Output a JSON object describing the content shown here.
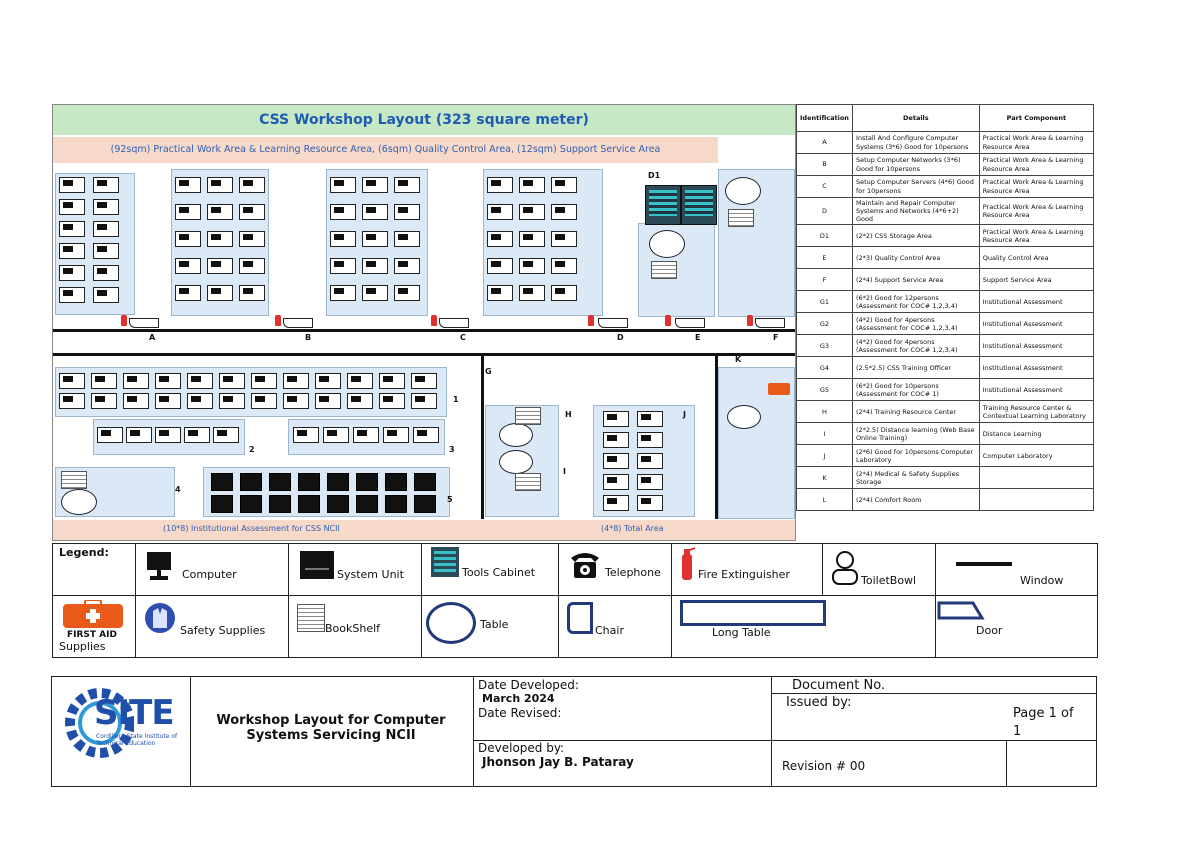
{
  "plan": {
    "title": "CSS Workshop Layout (323 square meter)",
    "subtitle": "(92sqm) Practical Work Area & Learning Resource Area, (6sqm) Quality Control Area, (12sqm) Support Service Area",
    "zone_labels": [
      "A",
      "B",
      "C",
      "D",
      "E",
      "F",
      "K",
      "D1",
      "G",
      "H",
      "I",
      "J",
      "1",
      "2",
      "3",
      "4",
      "5"
    ],
    "footer_left": "(10*8) Institutional Assessment for CSS NCII",
    "footer_right": "(4*8) Total Area"
  },
  "id_table": {
    "headers": [
      "Identification",
      "Details",
      "Part Component"
    ],
    "rows": [
      [
        "A",
        "Install And Configure Computer Systems (3*6) Good for 10persons",
        "Practical Work Area & Learning Resource Area"
      ],
      [
        "B",
        "Setup Computer Networks (3*6) Good for 10persons",
        "Practical Work Area & Learning Resource Area"
      ],
      [
        "C",
        "Setup Computer Servers (4*6) Good for 10persons",
        "Practical Work Area & Learning Resource Area"
      ],
      [
        "D",
        "Maintain and Repair Computer Systems and Networks (4*6+2) Good",
        "Practical Work Area & Learning Resource Area"
      ],
      [
        "D1",
        "(2*2) CSS Storage Area",
        "Practical Work Area & Learning Resource Area"
      ],
      [
        "E",
        "(2*3) Quality Control Area",
        "Quality Control Area"
      ],
      [
        "F",
        "(2*4) Support Service Area",
        "Support Service Area"
      ],
      [
        "G1",
        "(6*2) Good for 12persons (Assessment for COC# 1,2,3,4)",
        "Institutional Assessment"
      ],
      [
        "G2",
        "(4*2) Good for 4persons (Assessment for COC# 1,2,3,4)",
        "Institutional Assessment"
      ],
      [
        "G3",
        "(4*2) Good for 4persons (Assessment for COC# 1,2,3,4)",
        "Institutional Assessment"
      ],
      [
        "G4",
        "(2.5*2.5) CSS Training Officer",
        "Institutional Assessment"
      ],
      [
        "G5",
        "(6*2) Good for 10persons (Assessment for COC# 1)",
        "Institutional Assessment"
      ],
      [
        "H",
        "(2*4) Training Resource Center",
        "Training Resource Center & Contextual Learning Laboratory"
      ],
      [
        "I",
        "(2*2.5) Distance learning (Web Base Online Training)",
        "Distance Learning"
      ],
      [
        "J",
        "(2*6) Good for 10persons Computer Laboratory",
        "Computer Laboratory"
      ],
      [
        "K",
        "(2*4) Medical & Safety Supplies Storage",
        ""
      ],
      [
        "L",
        "(2*4) Comfort Room",
        ""
      ]
    ]
  },
  "legend": {
    "title": "Legend:",
    "items": [
      "Computer",
      "System Unit",
      "Tools Cabinet",
      "Telephone",
      "Fire Extinguisher",
      "ToiletBowl",
      "Window",
      "Supplies",
      "Safety Supplies",
      "BookShelf",
      "Table",
      "Chair",
      "Long Table",
      "Door"
    ],
    "first_aid_text": "FIRST AID"
  },
  "footer": {
    "logo_text": "SITE",
    "logo_sub": "Cordillera State Institute of Technical Education",
    "doc_title": "Workshop Layout for Computer Systems Servicing NCII",
    "date_developed_label": "Date Developed:",
    "date_developed": "March 2024",
    "date_revised_label": "Date Revised:",
    "developed_by_label": "Developed by:",
    "developed_by": "Jhonson Jay B. Pataray",
    "document_no_label": "Document No.",
    "issued_by_label": "Issued by:",
    "revision_label": "Revision # 00",
    "page_label": "Page 1 of 1"
  },
  "colors": {
    "title_band": "#c7e8c4",
    "sub_band": "#f7d9c9",
    "zone": "#dbe8f6",
    "title_text": "#1e5bb5",
    "extinguisher": "#e03030",
    "logo_blue": "#1f4fa8",
    "logo_accent": "#2f9ad6"
  }
}
